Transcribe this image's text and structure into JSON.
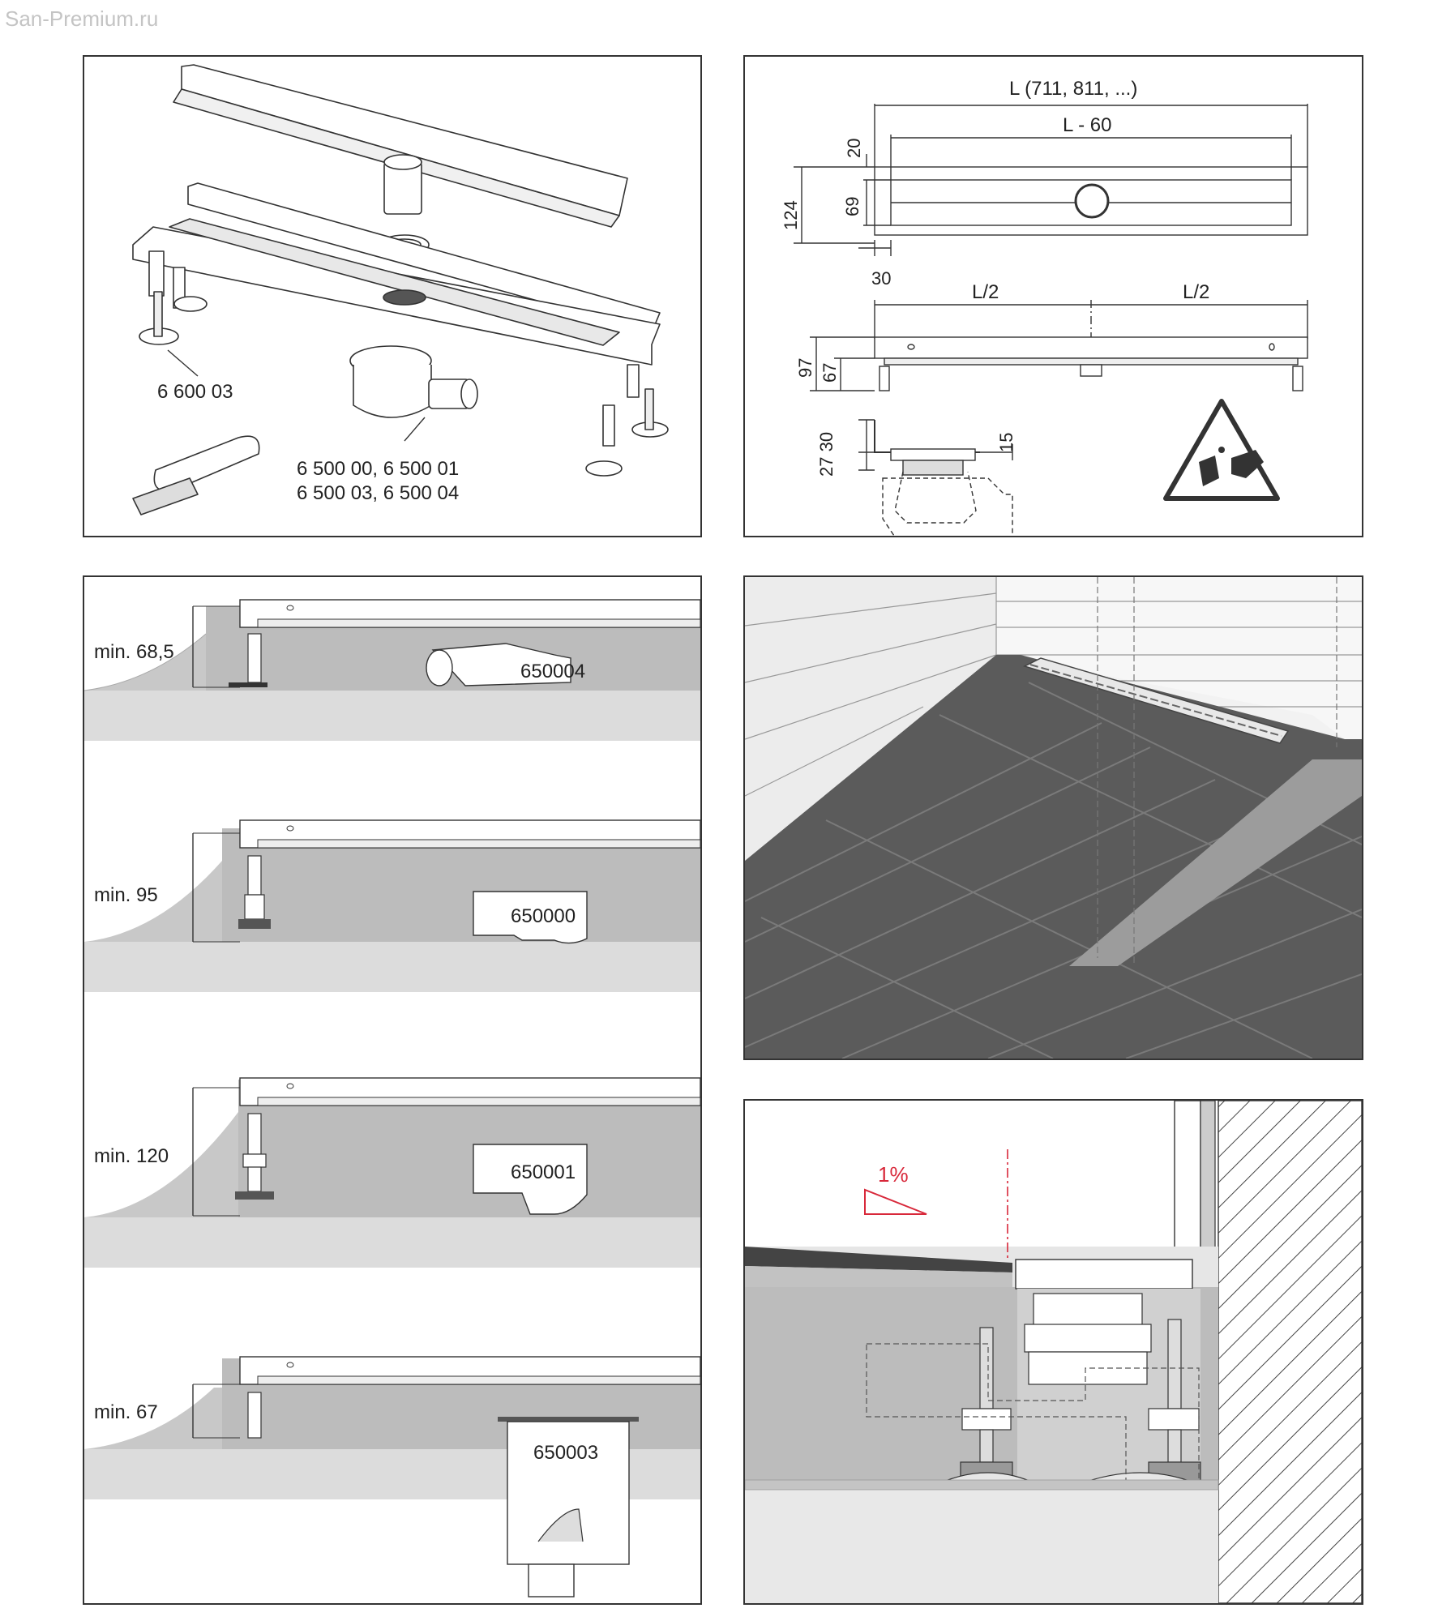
{
  "watermark": "San-Premium.ru",
  "exploded_view": {
    "label_feet": "6 600 03",
    "label_siphons_1": "6 500 00, 6 500 01",
    "label_siphons_2": "6 500 03, 6 500 04"
  },
  "dimensions_view": {
    "dim_length": "L (711, 811, ...)",
    "dim_length_minus": "L - 60",
    "dim_20": "20",
    "dim_124": "124",
    "dim_69": "69",
    "dim_30": "30",
    "dim_half_left": "L/2",
    "dim_half_right": "L/2",
    "dim_97": "97",
    "dim_67": "67",
    "dim_27_30": "27 30",
    "dim_15": "15"
  },
  "install_variants": [
    {
      "min_label": "min. 68,5",
      "siphon_code": "650004"
    },
    {
      "min_label": "min. 95",
      "siphon_code": "650000"
    },
    {
      "min_label": "min. 120",
      "siphon_code": "650001"
    },
    {
      "min_label": "min. 67",
      "siphon_code": "650003"
    }
  ],
  "section_view": {
    "slope_label": "1%"
  },
  "colors": {
    "line": "#333333",
    "floor_gray": "#dcdcdc",
    "tile_dark": "#595959",
    "slope_red": "#d8283a"
  }
}
